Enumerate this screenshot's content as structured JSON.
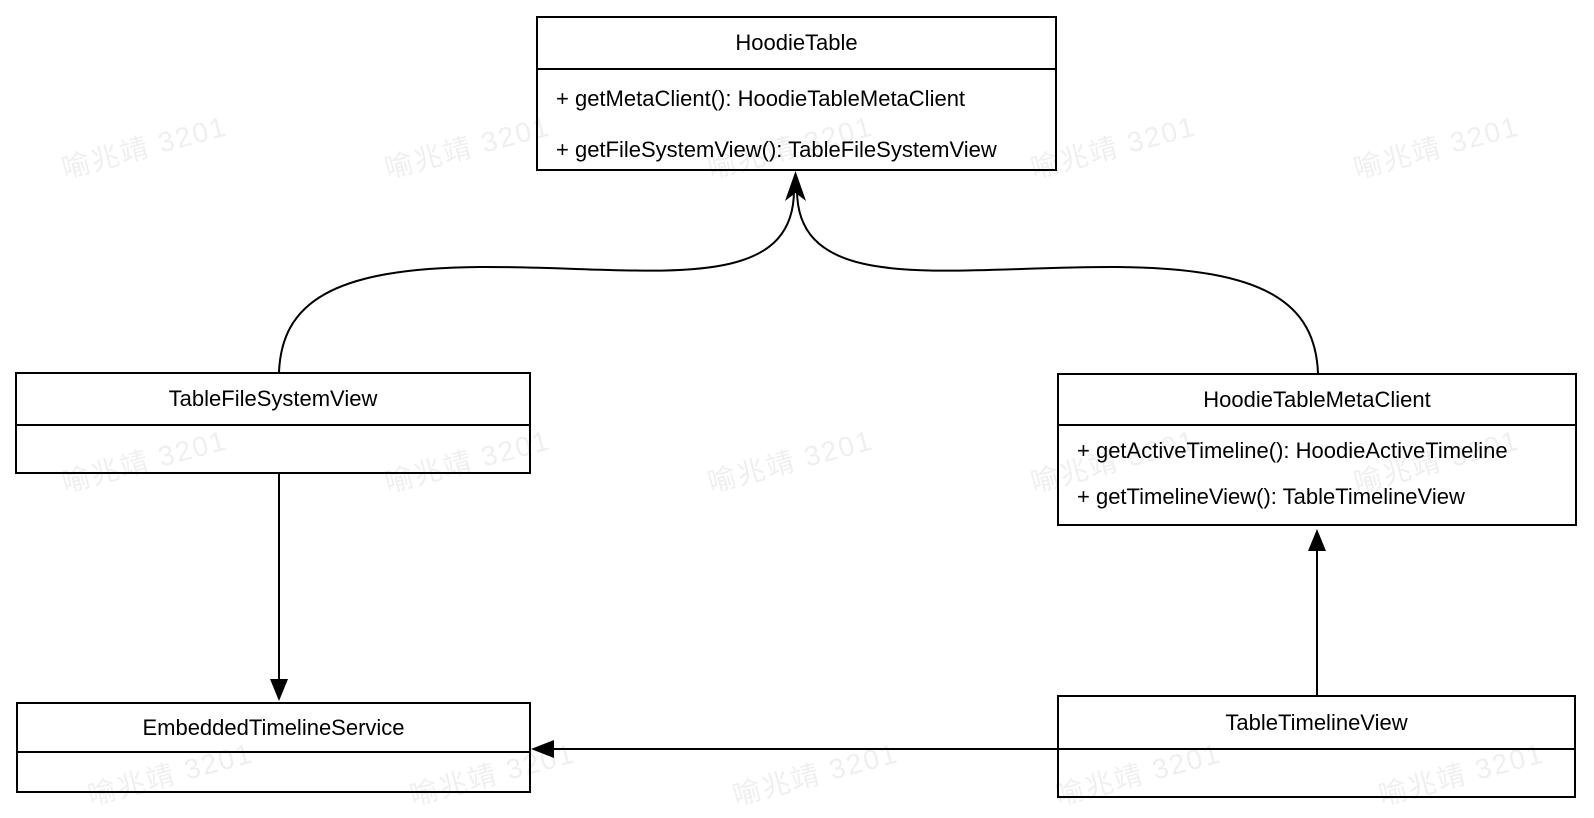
{
  "watermark": {
    "text": "喻兆靖 3201",
    "color_hex": "#ebebeb"
  },
  "diagram": {
    "type": "uml-class-diagram",
    "line_color": "#000000",
    "background_color": "#ffffff"
  },
  "classes": [
    {
      "name": "HoodieTable",
      "methods": [
        "+ getMetaClient(): HoodieTableMetaClient",
        "+ getFileSystemView(): TableFileSystemView"
      ]
    },
    {
      "name": "TableFileSystemView",
      "methods": []
    },
    {
      "name": "HoodieTableMetaClient",
      "methods": [
        "+ getActiveTimeline(): HoodieActiveTimeline",
        "+ getTimelineView(): TableTimelineView"
      ]
    },
    {
      "name": "EmbeddedTimelineService",
      "methods": []
    },
    {
      "name": "TableTimelineView",
      "methods": []
    }
  ],
  "relationships": [
    {
      "from": "TableFileSystemView",
      "to": "HoodieTable",
      "arrow": "solid filled arrowhead at HoodieTable bottom center",
      "path": "curved"
    },
    {
      "from": "HoodieTableMetaClient",
      "to": "HoodieTable",
      "arrow": "solid filled arrowhead at HoodieTable bottom center",
      "path": "curved"
    },
    {
      "from": "TableFileSystemView",
      "to": "EmbeddedTimelineService",
      "arrow": "solid filled arrowhead pointing down",
      "path": "straight-vertical"
    },
    {
      "from": "TableTimelineView",
      "to": "HoodieTableMetaClient",
      "arrow": "solid filled arrowhead pointing up",
      "path": "straight-vertical"
    },
    {
      "from": "TableTimelineView",
      "to": "EmbeddedTimelineService",
      "arrow": "solid filled arrowhead pointing left",
      "path": "straight-horizontal"
    }
  ]
}
